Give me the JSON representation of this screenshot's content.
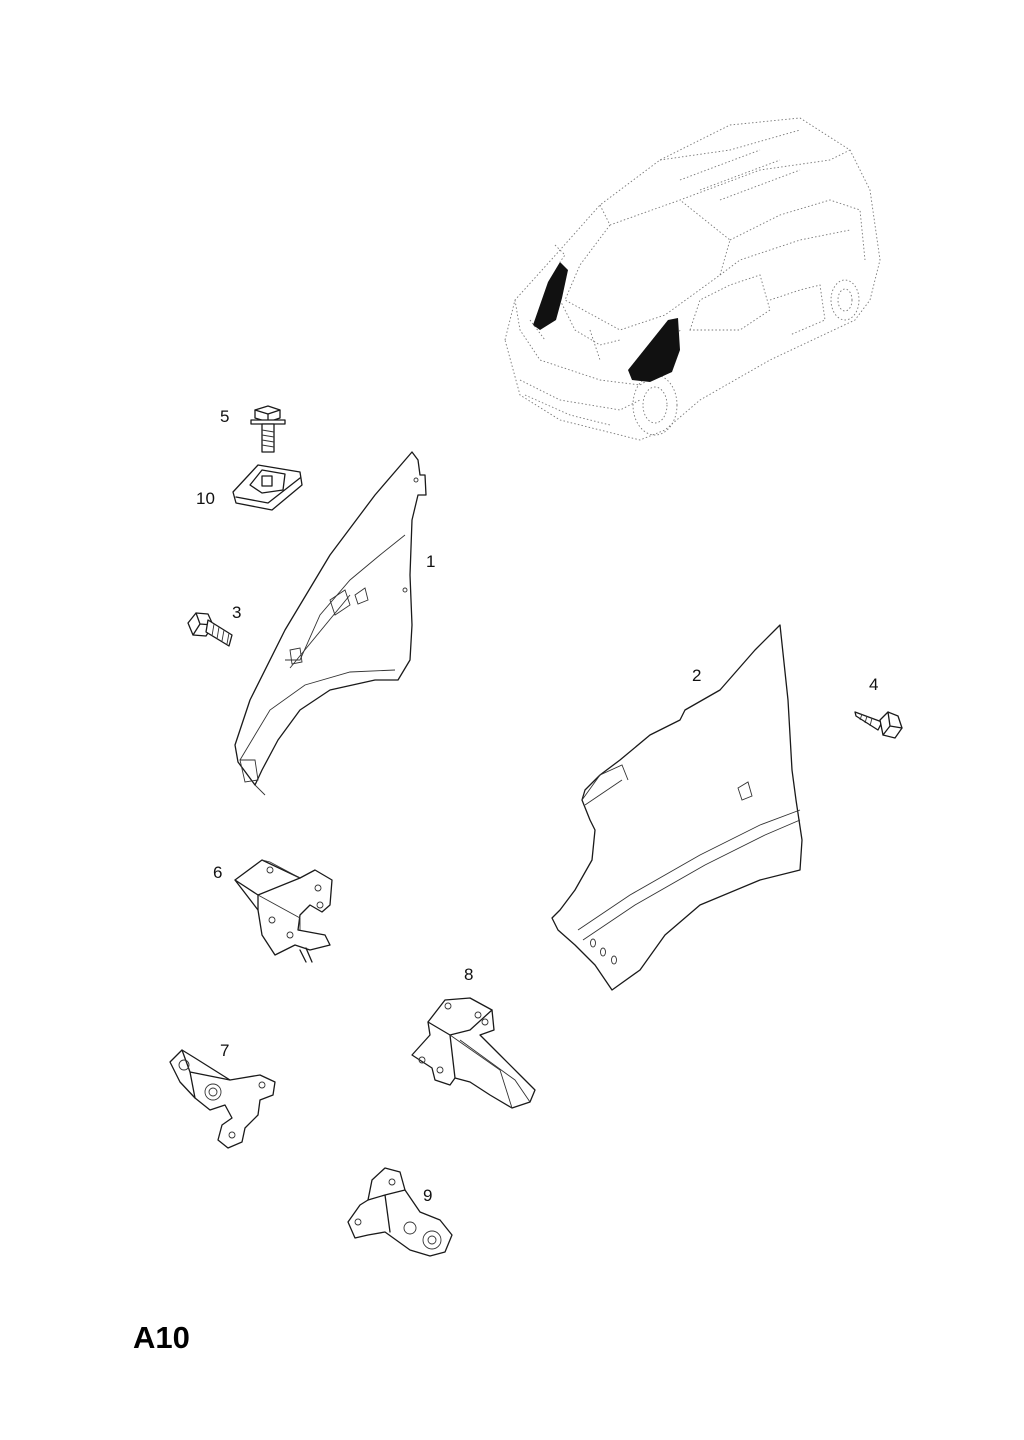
{
  "diagram": {
    "page_code": "A10",
    "callouts": [
      {
        "id": "1",
        "label": "1"
      },
      {
        "id": "2",
        "label": "2"
      },
      {
        "id": "3",
        "label": "3"
      },
      {
        "id": "4",
        "label": "4"
      },
      {
        "id": "5",
        "label": "5"
      },
      {
        "id": "6",
        "label": "6"
      },
      {
        "id": "7",
        "label": "7"
      },
      {
        "id": "8",
        "label": "8"
      },
      {
        "id": "9",
        "label": "9"
      },
      {
        "id": "10",
        "label": "10"
      }
    ],
    "colors": {
      "line": "#1a1a1a",
      "highlight": "#111111",
      "background": "#ffffff"
    }
  }
}
